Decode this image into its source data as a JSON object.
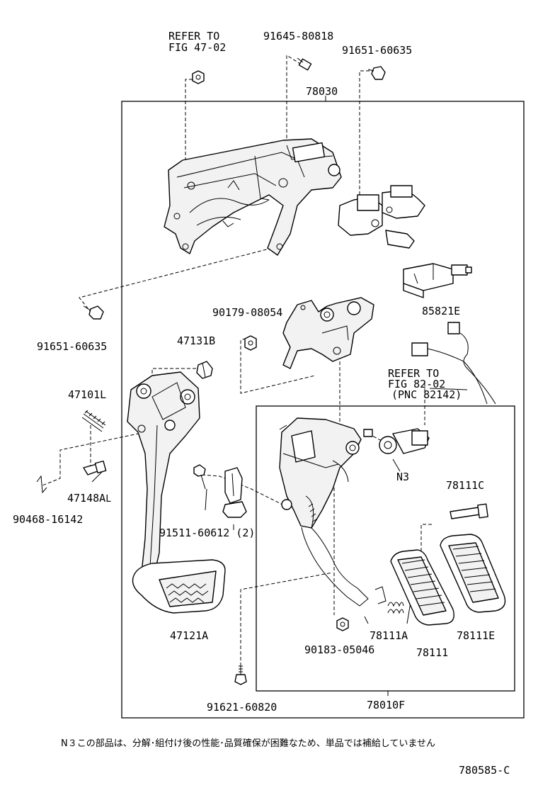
{
  "labels": {
    "refer_fig_47_02": [
      "REFER TO",
      "FIG 47-02"
    ],
    "p91645_80818": "91645-80818",
    "p91651_60635_top": "91651-60635",
    "p78030": "78030",
    "p91651_60635_left": "91651-60635",
    "p90179_08054": "90179-08054",
    "p85821E": "85821E",
    "p47131B": "47131B",
    "refer_fig_82_02": [
      "REFER TO",
      "FIG 82-02",
      "(PNC 82142)"
    ],
    "p47101L": "47101L",
    "p47148A": "47148A",
    "p47148A_suffix": "L",
    "p90468_16142": "90468-16142",
    "pN3": "N3",
    "p78111C": "78111C",
    "p91511_60612": "91511-60612 (2)",
    "p47121A": "47121A",
    "p78111A": "78111A",
    "p78111E": "78111E",
    "p90183_05046": "90183-05046",
    "p78111": "78111",
    "p91621_60820": "91621-60820",
    "p78010F": "78010F"
  },
  "footnote": "N３この部品は、分解･組付け後の性能･品質確保が困難なため、単品では補給していません",
  "figure_code": "780585-C"
}
